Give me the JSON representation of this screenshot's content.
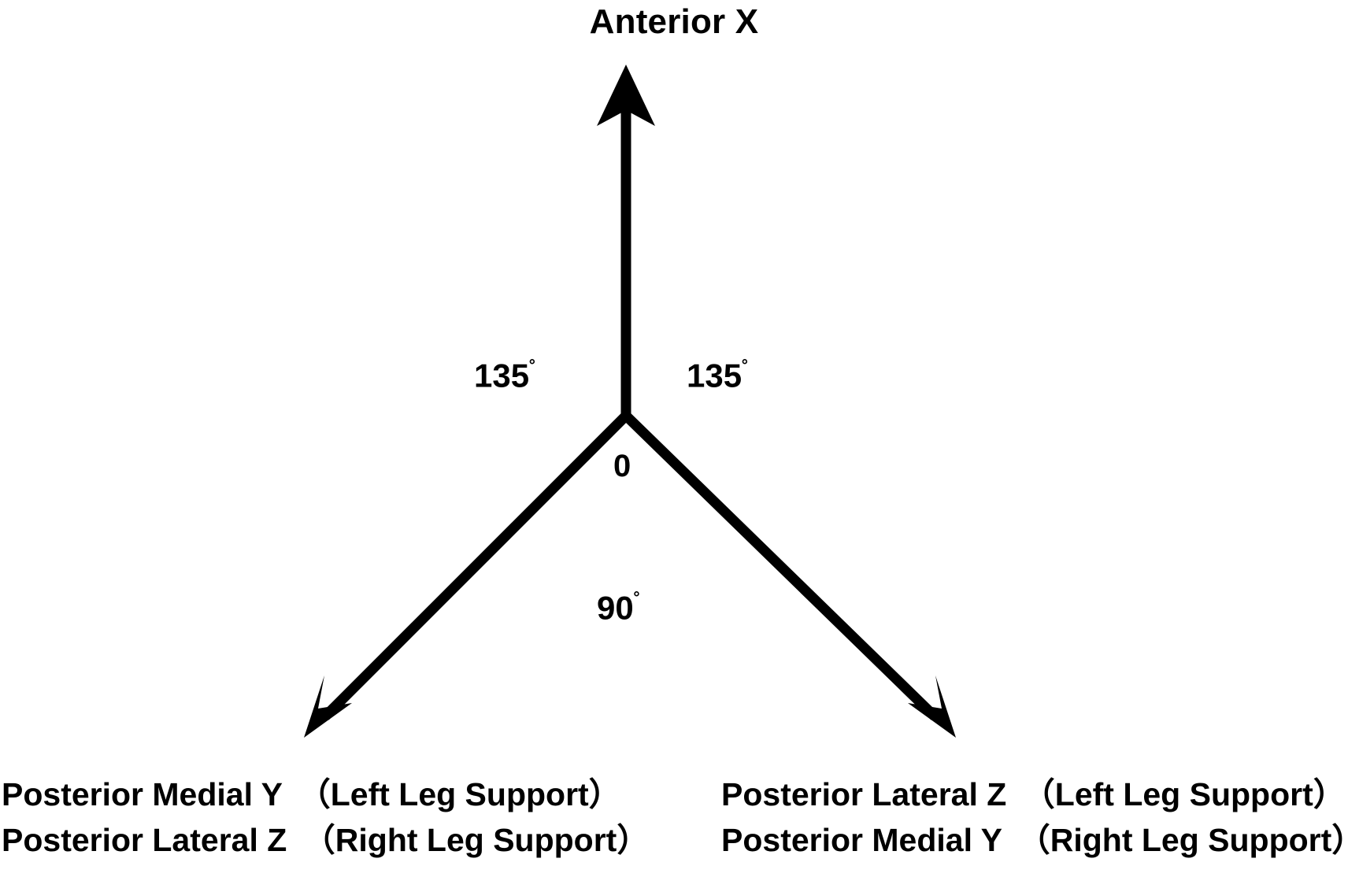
{
  "diagram": {
    "title": "Anterior X",
    "angles": {
      "left_label": "135",
      "right_label": "135",
      "center_label": "0",
      "bottom_label": "90",
      "degree_symbol": "˚"
    },
    "colors": {
      "stroke": "#000000",
      "background": "#ffffff",
      "text": "#000000"
    },
    "axes": [
      {
        "name": "anterior-x",
        "label": "Anterior X",
        "direction": "up",
        "angle_from_vertical_deg": 0
      },
      {
        "name": "posterior-medial-y-left",
        "direction": "down-left",
        "angle_from_vertical_deg": 135
      },
      {
        "name": "posterior-lateral-z-right",
        "direction": "down-right",
        "angle_from_vertical_deg": 135
      }
    ],
    "legend_left": {
      "line1": "Posterior Medial Y　（Left Leg Support）",
      "line2": "Posterior Lateral Z　（Right Leg Support）"
    },
    "legend_right": {
      "line1": "Posterior Lateral Z　（Left Leg Support）",
      "line2": "Posterior Medial Y　（Right Leg Support）"
    }
  }
}
